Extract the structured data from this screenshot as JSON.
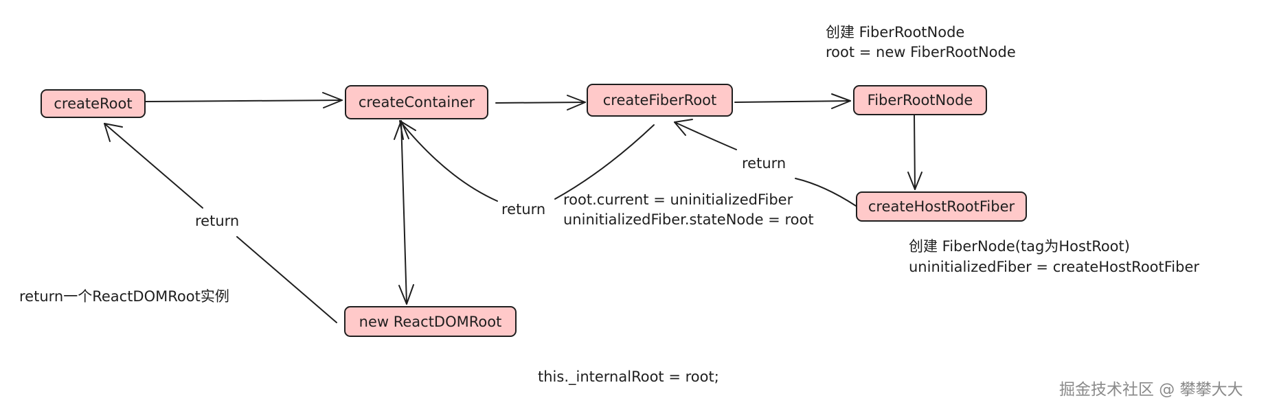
{
  "nodes": {
    "create_root": "createRoot",
    "create_container": "createContainer",
    "create_fiber_root": "createFiberRoot",
    "fiber_root_node": "FiberRootNode",
    "create_host_root_fiber": "createHostRootFiber",
    "new_react_dom_root": "new ReactDOMRoot"
  },
  "edge_labels": {
    "return_left": "return",
    "return_middle": "return",
    "return_right": "return"
  },
  "annotations": {
    "fiber_root_node_line1": "创建 FiberRootNode",
    "fiber_root_node_line2": "root = new FiberRootNode",
    "root_current_line1": "root.current = uninitializedFiber",
    "root_current_line2": "uninitializedFiber.stateNode = root",
    "fiber_node_line1": "创建 FiberNode(tag为HostRoot)",
    "fiber_node_line2": "uninitializedFiber = createHostRootFiber",
    "return_instance": "return一个ReactDOMRoot实例",
    "internal_root": "this._internalRoot = root;"
  },
  "watermark": "掘金技术社区 @ 攀攀大大",
  "colors": {
    "node_fill": "#ffc9c9",
    "stroke": "#1e1e1e",
    "watermark": "#8a8a8a"
  }
}
